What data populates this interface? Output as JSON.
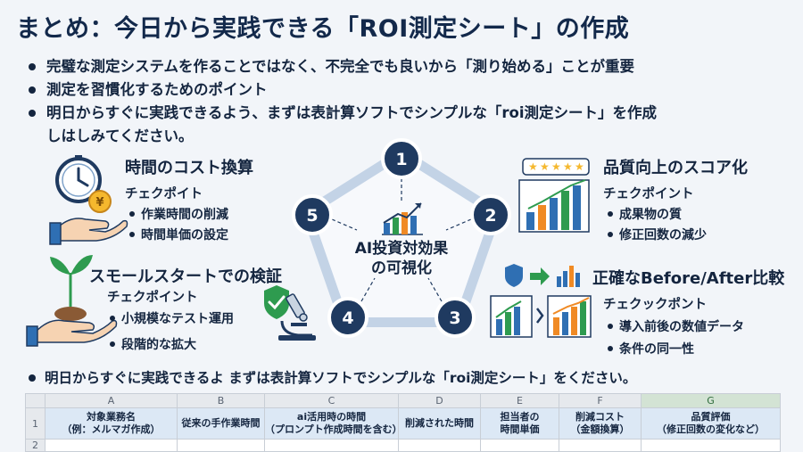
{
  "title": "まとめ：今日から実践できる「ROI測定シート」の作成",
  "bullets": [
    {
      "text": "完璧な測定システムを作ることではなく、不完全でも良いから「測り始める」ことが重要"
    },
    {
      "text": "測定を習慣化するためのポイント"
    },
    {
      "text": "明日からすぐに実践できるよう、まずは表計算ソフトでシンプルな「roi測定シート」を作成",
      "cont": "しはしみてください。"
    }
  ],
  "hub": {
    "center_line1": "AI投資対効果",
    "center_line2": "の可視化",
    "nodes": [
      "1",
      "2",
      "3",
      "4",
      "5"
    ]
  },
  "items": {
    "time": {
      "title": "時間のコスト換算",
      "sub": "チェクポイト",
      "points": [
        "作業時間の削減",
        "時間単価の設定"
      ],
      "yen": "¥"
    },
    "quality": {
      "title": "品質向上のスコア化",
      "sub": "チェクポイント",
      "points": [
        "成果物の質",
        "修正回数の減少"
      ]
    },
    "small": {
      "title": "スモールスタートでの検証",
      "sub": "チェクポイント",
      "points": [
        "小規模なテスト運用",
        "段階的な拡大"
      ]
    },
    "before_after": {
      "title": "正確なBefore/After比較",
      "sub": "チェクックポント",
      "points": [
        "導入前後の数値データ",
        "条件の同一性"
      ]
    }
  },
  "bottom_bullet": "明日からすぐに実践できるよ まずは表計算ソフトでシンプルな「roi測定シート」をください。",
  "sheet": {
    "columns": [
      "A",
      "B",
      "C",
      "D",
      "E",
      "F",
      "G"
    ],
    "selected_column": "G",
    "row_numbers": [
      "1",
      "2"
    ],
    "headers": [
      [
        "対象業務名",
        "（例：メルマガ作成）"
      ],
      [
        "従来の手作業時間",
        ""
      ],
      [
        "ai活用時の時間",
        "（プロンプト作成時間を含む）"
      ],
      [
        "削減された時間",
        ""
      ],
      [
        "担当者の",
        "時間単価"
      ],
      [
        "削減コスト",
        "（金額換算）"
      ],
      [
        "品質評価",
        "（修正回数の変化など）"
      ]
    ]
  },
  "colors": {
    "navy": "#1f3a60",
    "node_ring": "#ffffff",
    "pentagon": "#c3d3e6",
    "accent_green": "#2e9b4f",
    "accent_orange": "#f08a24",
    "accent_blue": "#2f6fb3"
  }
}
